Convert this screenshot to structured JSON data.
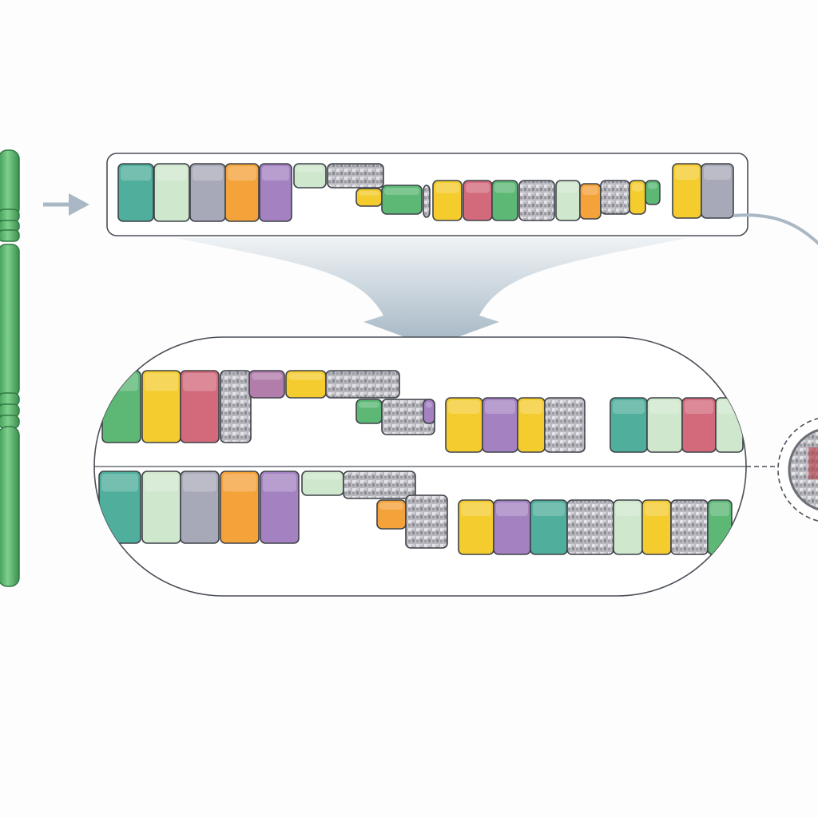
{
  "palette": {
    "teal": "#4fae9c",
    "pale_green": "#cfe7cc",
    "slate": "#a8a9b8",
    "orange": "#f4a23a",
    "purple": "#a482c2",
    "yellow": "#f4cc2e",
    "rose": "#d26a7c",
    "green": "#5cb874",
    "mauve": "#b27cab",
    "chromosome_green": "#6cc47c",
    "arrow_grey": "#a9b8c4",
    "frame": "#4a4f57"
  },
  "icons": {
    "mosaic": "gray-mosaic-block",
    "arrow": "right-arrow",
    "funnel": "down-funnel-arrow",
    "chromosome": "chromosome",
    "magnifier": "circular-zoom-lens"
  },
  "strips": {
    "top": [
      "teal",
      "pale_green",
      "slate",
      "orange",
      "purple",
      "pale_green",
      "mosaic",
      "yellow",
      "green",
      "mosaic",
      "yellow",
      "rose",
      "green",
      "mosaic",
      "pale_green",
      "orange",
      "mosaic",
      "yellow",
      "green",
      "yellow",
      "slate"
    ],
    "middle_upper": [
      "green",
      "yellow",
      "rose",
      "mosaic",
      "mauve",
      "yellow",
      "mosaic",
      "green",
      "mosaic",
      "purple",
      "yellow",
      "purple",
      "yellow",
      "mosaic",
      "teal",
      "pale_green",
      "rose",
      "pale_green"
    ],
    "middle_lower": [
      "teal",
      "pale_green",
      "slate",
      "orange",
      "purple",
      "pale_green",
      "mosaic",
      "orange",
      "mosaic",
      "yellow",
      "purple",
      "teal",
      "mosaic",
      "pale_green",
      "yellow",
      "mosaic",
      "green"
    ]
  }
}
